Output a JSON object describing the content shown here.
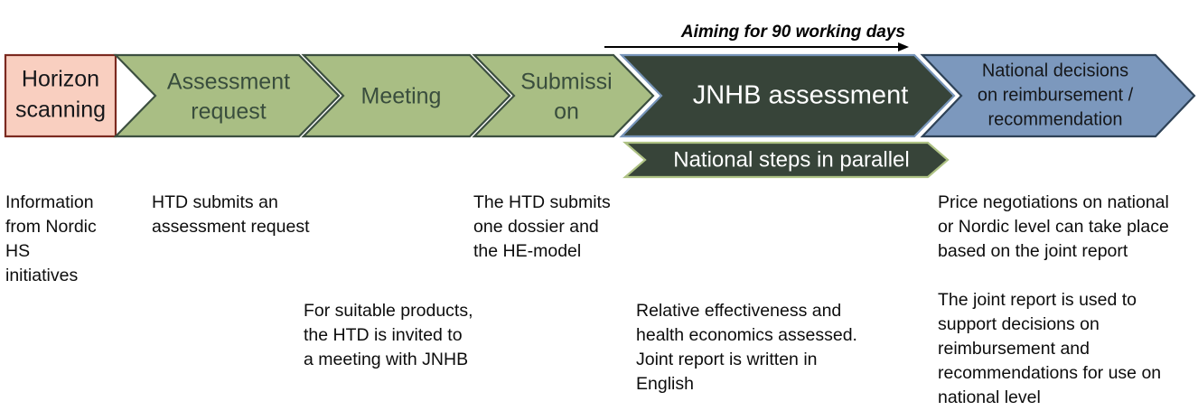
{
  "diagram": {
    "title_arrow": {
      "label": "Aiming for 90 working days",
      "icon": "right-arrow-icon"
    },
    "stages": [
      {
        "id": "horizon-scanning",
        "label": "Horizon\nscanning",
        "shape": "rectangle",
        "fill": "#f9cfc0",
        "stroke": "#7b2a20",
        "text_color": "#15171a"
      },
      {
        "id": "assessment-request",
        "label": "Assessment\nrequest",
        "shape": "chevron",
        "fill": "#a9be84",
        "stroke": "#3c4f40",
        "text_color": "#394d3d"
      },
      {
        "id": "meeting",
        "label": "Meeting",
        "shape": "chevron",
        "fill": "#a9be84",
        "stroke": "#3c4f40",
        "text_color": "#394d3d"
      },
      {
        "id": "submission",
        "label": "Submissi\non",
        "shape": "chevron",
        "fill": "#a9be84",
        "stroke": "#3c4f40",
        "text_color": "#394d3d"
      },
      {
        "id": "jnhb-assessment",
        "label": "JNHB assessment",
        "shape": "chevron",
        "fill": "#374439",
        "stroke": "#7593b8",
        "text_color": "#ffffff"
      },
      {
        "id": "national-decisions",
        "label": "National decisions\non reimbursement /\nrecommendation",
        "shape": "chevron",
        "fill": "#7c98bd",
        "stroke": "#2e4257",
        "text_color": "#15171a"
      }
    ],
    "parallel_bar": {
      "id": "national-steps-in-parallel",
      "label": "National steps in parallel",
      "fill": "#374439",
      "stroke": "#aec284",
      "text_color": "#ffffff"
    },
    "captions": [
      {
        "id": "caption-horizon-scanning",
        "text": "Information\nfrom Nordic\nHS\ninitiatives"
      },
      {
        "id": "caption-assessment-request",
        "text": "HTD submits an\nassessment request"
      },
      {
        "id": "caption-submission",
        "text": "The HTD submits\none dossier and\nthe HE-model"
      },
      {
        "id": "caption-price-negotiations",
        "text": "Price negotiations on national\nor Nordic level can take place\nbased on the joint report"
      },
      {
        "id": "caption-meeting",
        "text": "For suitable products,\nthe HTD is invited to\na meeting with JNHB"
      },
      {
        "id": "caption-jnhb-assessment",
        "text": "Relative effectiveness and\nhealth economics assessed.\nJoint report is written in\nEnglish"
      },
      {
        "id": "caption-joint-report",
        "text": "The joint report is used to\nsupport decisions on\nreimbursement and\nrecommendations for use on\nnational level"
      }
    ]
  }
}
